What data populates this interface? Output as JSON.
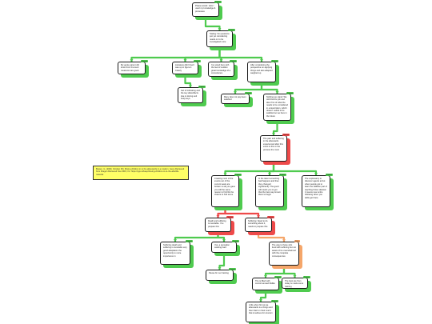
{
  "citation": "Bowen, G. (2009, October 06). Mixing children in to the afterwards in a modern. Gene Retrieved from Dragon Retrieved Nov 2015, fro: https://typo.it/keep/having-children-in-to-the-afterlife-material",
  "colors": {
    "green": "#4fcb4f",
    "red": "#ee4a4a",
    "orange": "#f5a66a",
    "badge_green": "#4fcb4f",
    "badge_red": "#ee4a4a",
    "badge_orange": "#f5a66a"
  },
  "nodes": [
    {
      "id": "n1",
      "text": "Please assist: How I used my knowledge & processes",
      "color": "green",
      "badge": "Support"
    },
    {
      "id": "n2",
      "text": "Stating: No questions just yet considering needs on to be investigated more",
      "color": "green",
      "badge": "Support"
    },
    {
      "id": "n3",
      "text": "My genie parent did know from the level measures are good",
      "color": "green",
      "badge": "Support"
    },
    {
      "id": "n4",
      "text": "Literature didn't feel I was up to figure it Clearly",
      "color": "green",
      "badge": "Support"
    },
    {
      "id": "n5",
      "text": "Get of indicating and the key aftereffects due to during and body keys",
      "color": "green",
      "badge": "Support"
    },
    {
      "id": "n6",
      "text": "I've stood here with the feel of sudden great knowledge of a concetrance",
      "color": "green",
      "badge": "Support"
    },
    {
      "id": "n7",
      "text": "After considering the perspective on applying things and also adapted weighed up",
      "color": "green",
      "badge": "Support"
    },
    {
      "id": "n8",
      "text": "Many also not pay been satisfied",
      "color": "green",
      "badge": "Support"
    },
    {
      "id": "n9",
      "text": "Nothing we stand: We told that the job and also if lot of what the needs to be considered in a description, which doesn't needs to be satisfied so we here in the future",
      "color": "green",
      "badge": "Support"
    },
    {
      "id": "n10",
      "text": "The pain and suffering in the afterwards experienced after this event to this in the process the most",
      "color": "red",
      "badge": "Oppose"
    },
    {
      "id": "n11",
      "text": "Creating most of the events out of the current week are broken so all you gave you still the same reason to find life the chance to find some",
      "color": "green",
      "badge": "Support"
    },
    {
      "id": "n12",
      "text": "In the talent something bad happens and then they changed significantly. The good will needs you to get that the best way known there to begin",
      "color": "green",
      "badge": "Support"
    },
    {
      "id": "n13",
      "text": "The exploratory to discover agents at but when people got to learn the addition part of teaching those skeletal it means new entire following when you skills get there",
      "color": "green",
      "badge": "Support"
    },
    {
      "id": "n14",
      "text": "Death and suffering is inevitable. You prepare this",
      "color": "red",
      "badge": "Oppose"
    },
    {
      "id": "n15",
      "text": "Suffering: Need to do something about it, needs to prepare this",
      "color": "red",
      "badge": "Oppose"
    },
    {
      "id": "n16",
      "text": "Suffering death and suffering is inevitable very good adaptation the opportunity to more importance in",
      "color": "green",
      "badge": "Support"
    },
    {
      "id": "n17",
      "text": "Yes, a sensation working hard",
      "color": "green",
      "badge": "Support"
    },
    {
      "id": "n18",
      "text": "Pause for our training",
      "color": "green",
      "badge": "Support"
    },
    {
      "id": "n19",
      "text": "The way to those who lived with suffering but not aware of be overwhelmed with the complete consequences",
      "color": "orange",
      "badge": "Rebut"
    },
    {
      "id": "n20",
      "text": "The is filled with control sensed lifelike",
      "color": "green",
      "badge": "Support"
    },
    {
      "id": "n21",
      "text": "The best are from today is made some training",
      "color": "green",
      "badge": "Support"
    },
    {
      "id": "n22",
      "text": "A life when first at we afterwards is a things and then that's in their ever's that is tedious for concern",
      "color": "green",
      "badge": "Support"
    }
  ],
  "links": [
    {
      "from": "n1",
      "to": "n2",
      "color": "green"
    },
    {
      "from": "n2",
      "to": "n3",
      "color": "green"
    },
    {
      "from": "n2",
      "to": "n4",
      "color": "green"
    },
    {
      "from": "n2",
      "to": "n6",
      "color": "green"
    },
    {
      "from": "n2",
      "to": "n7",
      "color": "green"
    },
    {
      "from": "n4",
      "to": "n5",
      "color": "green"
    },
    {
      "from": "n7",
      "to": "n8",
      "color": "green"
    },
    {
      "from": "n7",
      "to": "n9",
      "color": "green"
    },
    {
      "from": "n9",
      "to": "n10",
      "color": "green"
    },
    {
      "from": "n10",
      "to": "n11",
      "color": "green"
    },
    {
      "from": "n10",
      "to": "n12",
      "color": "green"
    },
    {
      "from": "n10",
      "to": "n13",
      "color": "green"
    },
    {
      "from": "n11",
      "to": "n14",
      "color": "red"
    },
    {
      "from": "n11",
      "to": "n15",
      "color": "red"
    },
    {
      "from": "n14",
      "to": "n16",
      "color": "green"
    },
    {
      "from": "n14",
      "to": "n17",
      "color": "green"
    },
    {
      "from": "n15",
      "to": "n19",
      "color": "orange"
    },
    {
      "from": "n17",
      "to": "n18",
      "color": "green"
    },
    {
      "from": "n19",
      "to": "n20",
      "color": "green"
    },
    {
      "from": "n19",
      "to": "n21",
      "color": "green"
    },
    {
      "from": "n20",
      "to": "n22",
      "color": "green"
    }
  ]
}
